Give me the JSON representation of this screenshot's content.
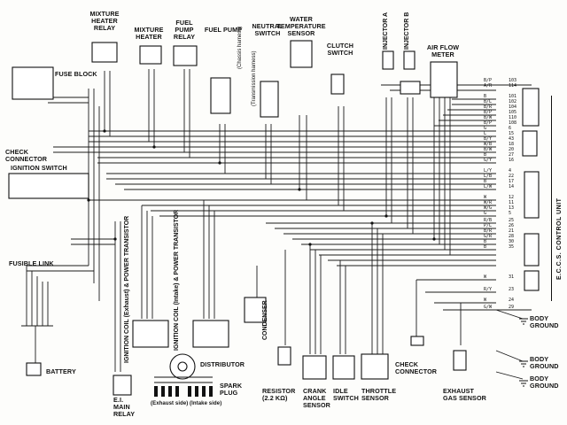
{
  "components": {
    "mixture_heater_relay": "MIXTURE\nHEATER\nRELAY",
    "mixture_heater": "MIXTURE\nHEATER",
    "fuel_pump_relay": "FUEL\nPUMP\nRELAY",
    "fuel_pump": "FUEL PUMP",
    "fuel_pump_note": "(Chassis harness)",
    "neutral_switch": "NEUTRAL\nSWITCH",
    "transmission_harness": "(Transmission harness)",
    "water_temp_sensor": "WATER\nTEMPERATURE\nSENSOR",
    "clutch_switch": "CLUTCH\nSWITCH",
    "injector_a": "INJECTOR A",
    "injector_b": "INJECTOR B",
    "air_flow_meter": "AIR FLOW\nMETER",
    "fuse_block": "FUSE BLOCK",
    "check_connector_left": "CHECK\nCONNECTOR",
    "ignition_switch": "IGNITION SWITCH",
    "fusible_link": "FUSIBLE LINK",
    "battery": "BATTERY",
    "ign_coil_exhaust": "IGNITION COIL (Exhaust) & POWER TRANSISTOR",
    "ign_coil_intake": "IGNITION COIL (Intake) & POWER TRANSISTOR",
    "condenser": "CONDENSER",
    "distributor": "DISTRIBUTOR",
    "spark_plug": "SPARK\nPLUG",
    "exhaust_side": "(Exhaust side)",
    "intake_side": "(Intake side)",
    "ei_main_relay": "E.I.\nMAIN\nRELAY",
    "resistor": "RESISTOR\n(2.2 kΩ)",
    "crank_angle_sensor": "CRANK\nANGLE\nSENSOR",
    "idle_switch": "IDLE\nSWITCH",
    "throttle_sensor": "THROTTLE\nSENSOR",
    "check_connector_right": "CHECK\nCONNECTOR",
    "exhaust_gas_sensor": "EXHAUST\nGAS SENSOR",
    "body_ground_1": "BODY\nGROUND",
    "body_ground_2": "BODY\nGROUND",
    "body_ground_3": "BODY\nGROUND",
    "ecu": "E.C.C.S. CONTROL UNIT"
  },
  "ecu_pins": [
    {
      "wire": "B/P",
      "num": "103"
    },
    {
      "wire": "A/R",
      "num": "114"
    },
    {
      "wire": "B",
      "num": "101"
    },
    {
      "wire": "B/L",
      "num": "102"
    },
    {
      "wire": "B/R",
      "num": "104"
    },
    {
      "wire": "B/P",
      "num": "105"
    },
    {
      "wire": "B/W",
      "num": "110"
    },
    {
      "wire": "B/P",
      "num": "108"
    },
    {
      "wire": "G",
      "num": "6"
    },
    {
      "wire": "L",
      "num": "15"
    },
    {
      "wire": "B/Y",
      "num": "43"
    },
    {
      "wire": "W/B",
      "num": "18"
    },
    {
      "wire": "B/W",
      "num": "20"
    },
    {
      "wire": "B",
      "num": "27"
    },
    {
      "wire": "G/Y",
      "num": "16"
    },
    {
      "wire": "L/Y",
      "num": "4"
    },
    {
      "wire": "L/B",
      "num": "22"
    },
    {
      "wire": "B",
      "num": "17"
    },
    {
      "wire": "L/W",
      "num": "14"
    },
    {
      "wire": "W",
      "num": "12"
    },
    {
      "wire": "W/R",
      "num": "11"
    },
    {
      "wire": "W/G",
      "num": "13"
    },
    {
      "wire": "G",
      "num": "5"
    },
    {
      "wire": "R/B",
      "num": "25"
    },
    {
      "wire": "P/L",
      "num": "26"
    },
    {
      "wire": "B/R",
      "num": "21"
    },
    {
      "wire": "G/R",
      "num": "28"
    },
    {
      "wire": "B",
      "num": "30"
    },
    {
      "wire": "B",
      "num": "35"
    },
    {
      "wire": "W",
      "num": "31"
    },
    {
      "wire": "R/Y",
      "num": "23"
    },
    {
      "wire": "W",
      "num": "24"
    },
    {
      "wire": "G/W",
      "num": "29"
    }
  ]
}
